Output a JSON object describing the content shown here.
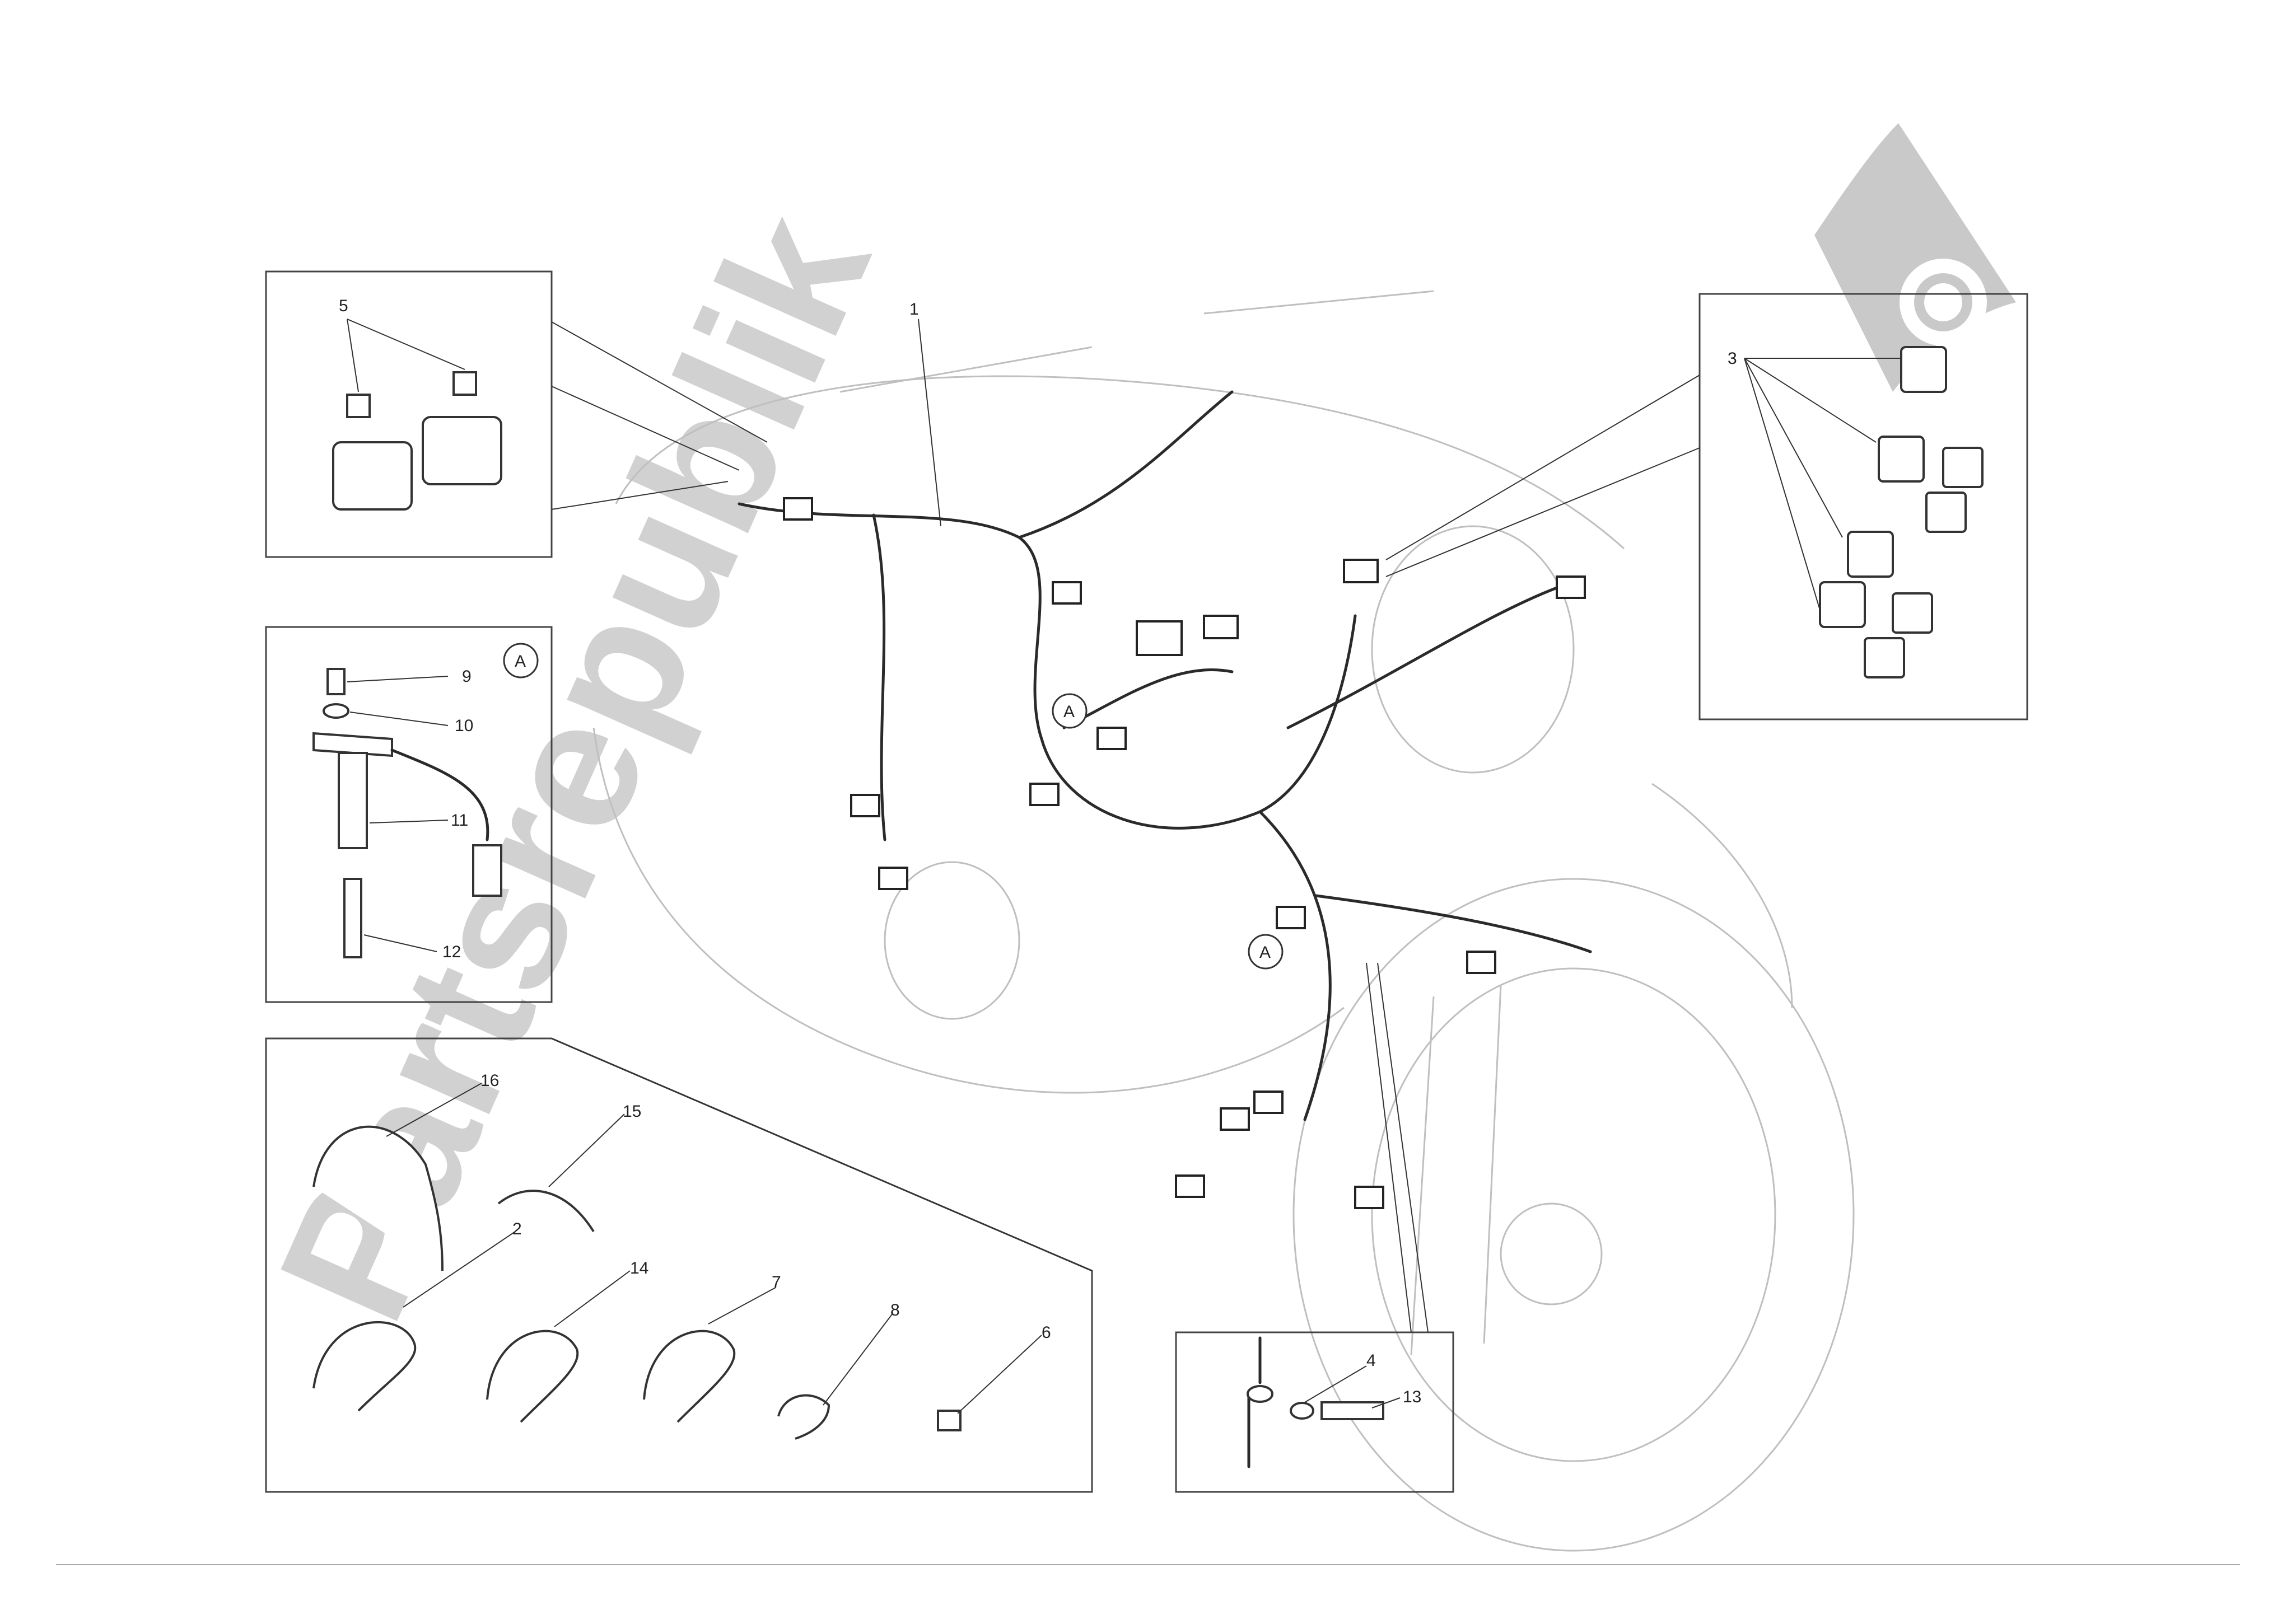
{
  "watermark": {
    "text": "Partsrepublik",
    "color": "#c9c9c9"
  },
  "logo": {
    "icon": "gear-flag-icon",
    "color": "#c9c9c9"
  },
  "callouts": {
    "c1": "1",
    "c2": "2",
    "c3": "3",
    "c4": "4",
    "c5": "5",
    "c6": "6",
    "c7": "7",
    "c8": "8",
    "c9": "9",
    "c10": "10",
    "c11": "11",
    "c12": "12",
    "c13": "13",
    "c14": "14",
    "c15": "15",
    "c16": "16"
  },
  "markers": {
    "a1": "A",
    "a2": "A",
    "a3": "A"
  }
}
